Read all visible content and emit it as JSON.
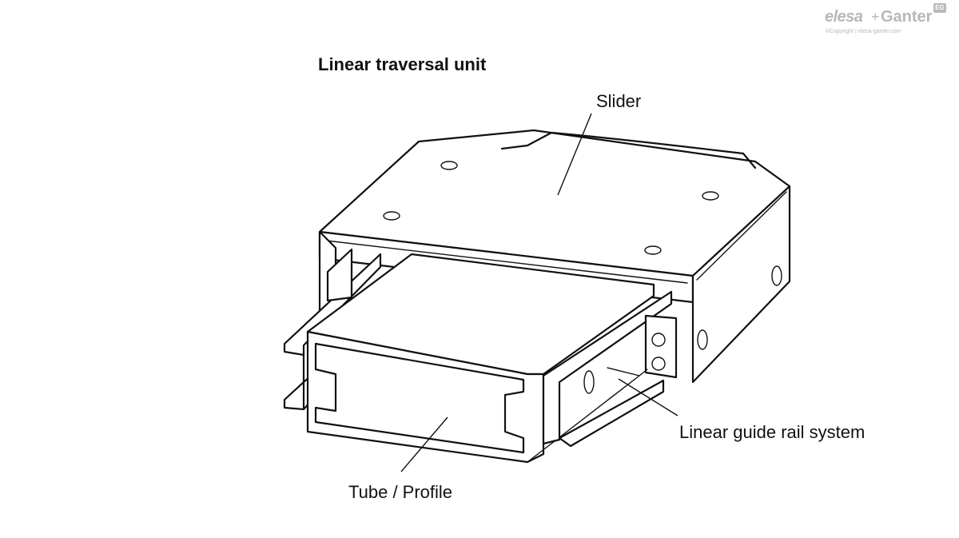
{
  "title": "Linear traversal unit",
  "labels": {
    "slider": "Slider",
    "rail": "Linear guide rail system",
    "tube": "Tube / Profile"
  },
  "brand": {
    "elesa": "elesa",
    "plus": "+",
    "ganter": "Ganter",
    "badge": "EG",
    "copyright": "©Copyright | elesa-ganter.com"
  }
}
